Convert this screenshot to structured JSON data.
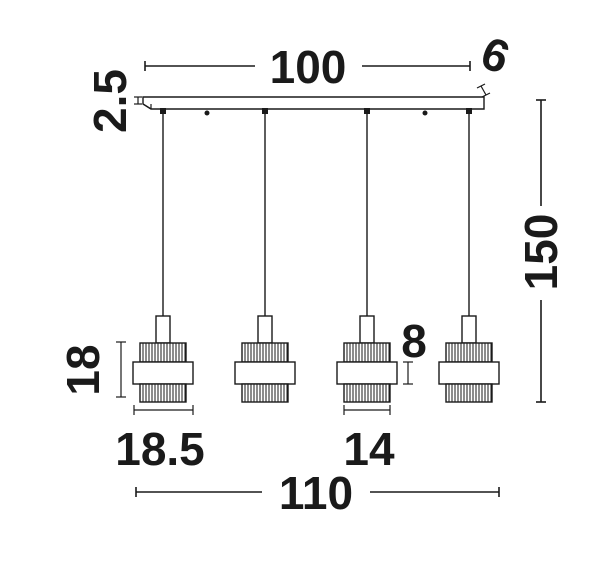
{
  "diagram": {
    "type": "product-dimension-drawing",
    "subject": "pendant light with 4 shades",
    "colors": {
      "ink": "#1a1a1a",
      "background": "#ffffff"
    },
    "dimensions": {
      "canopy_length": "100",
      "canopy_thickness": "2.5",
      "canopy_width": "6",
      "overall_height": "150",
      "shade_height": "18",
      "band_height": "8",
      "shade_diameter": "18.5",
      "top_diameter": "14",
      "overall_width": "110"
    }
  }
}
